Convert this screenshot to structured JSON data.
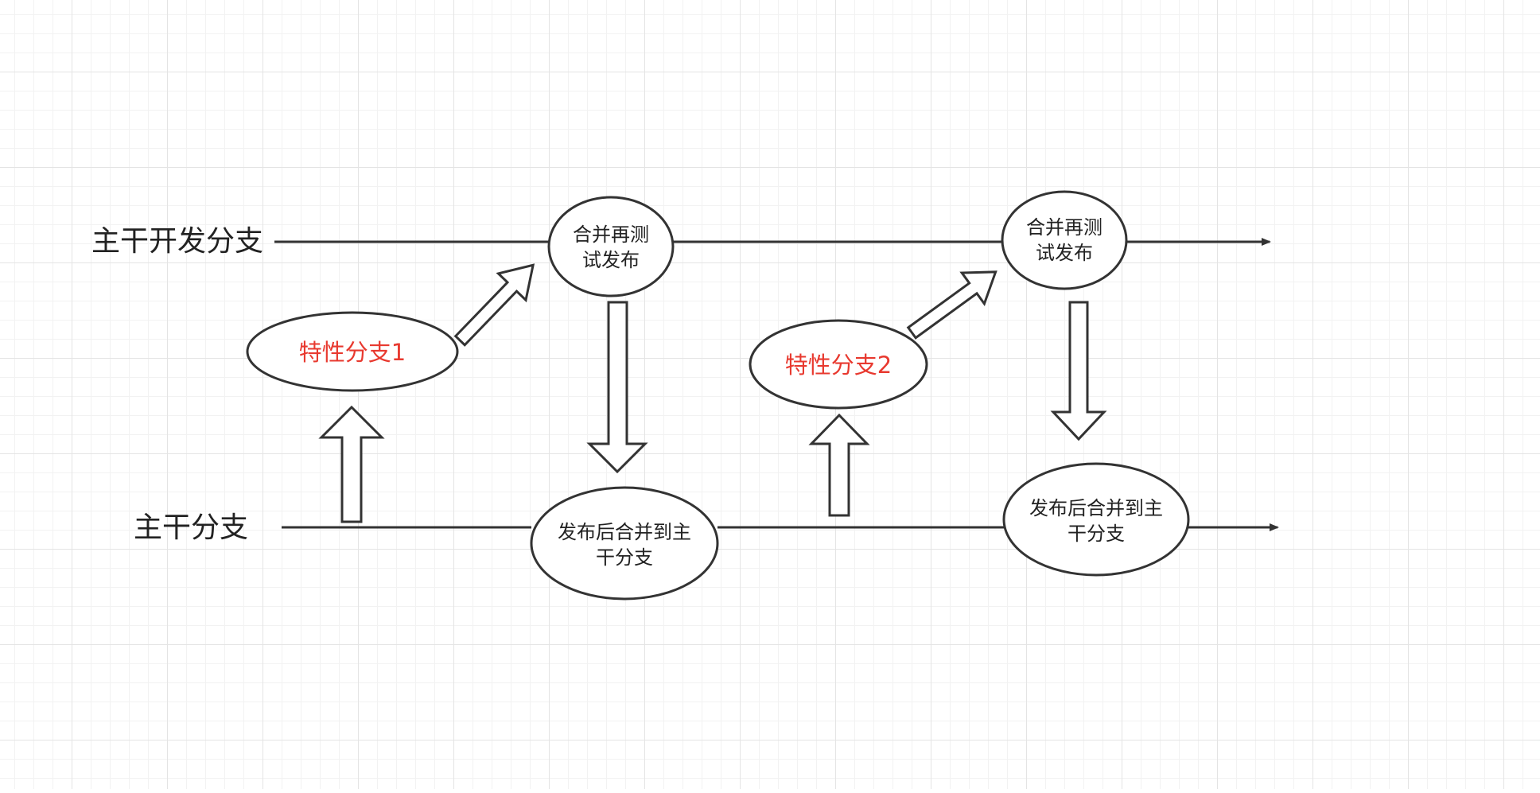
{
  "lanes": {
    "trunk_dev": "主干开发分支",
    "trunk": "主干分支"
  },
  "nodes": {
    "merge_test_release_1": [
      "合并再测",
      "试发布"
    ],
    "merge_test_release_2": [
      "合并再测",
      "试发布"
    ],
    "release_merge_1": [
      "发布后合并到主",
      "干分支"
    ],
    "release_merge_2": [
      "发布后合并到主",
      "干分支"
    ],
    "feature_1": "特性分支1",
    "feature_2": "特性分支2"
  },
  "colors": {
    "feature_text": "#e8392f",
    "line": "#333333",
    "text": "#222222"
  }
}
